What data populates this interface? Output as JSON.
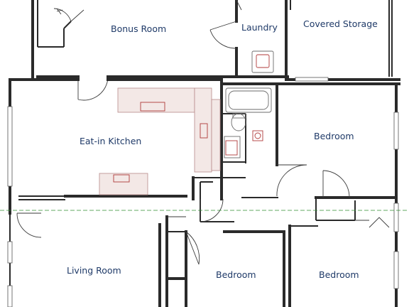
{
  "rooms": {
    "bonus_room": "Bonus Room",
    "laundry": "Laundry",
    "covered_storage": "Covered Storage",
    "eat_in_kitchen": "Eat-in Kitchen",
    "bedroom_upper_right": "Bedroom",
    "living_room": "Living Room",
    "bedroom_lower_middle": "Bedroom",
    "bedroom_lower_right": "Bedroom"
  },
  "colors": {
    "label": "#1f3a68",
    "wall": "#2a2a2a",
    "cabinet_stroke": "#b78a8a",
    "fixture_red": "#b03a3a",
    "guide_line": "#2f8f2f"
  }
}
